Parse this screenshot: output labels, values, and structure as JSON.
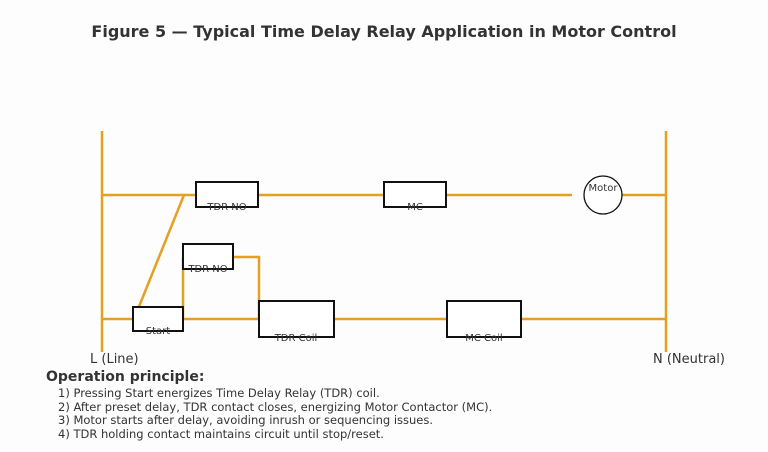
{
  "title": "Figure 5 — Typical Time Delay Relay Application in Motor Control",
  "rails": {
    "line": "L (Line)",
    "neutral": "N (Neutral)"
  },
  "components": {
    "tdr_no_top": "TDR-NO",
    "mc_contact": "MC",
    "motor": "Motor",
    "tdr_no_hold": "TDR-NO",
    "start": "Start",
    "tdr_coil": "TDR Coil",
    "mc_coil": "MC Coil"
  },
  "notes": {
    "heading": "Operation principle:",
    "items": [
      "1) Pressing Start energizes Time Delay Relay (TDR) coil.",
      "2) After preset delay, TDR contact closes, energizing Motor Contactor (MC).",
      "3) Motor starts after delay, avoiding inrush or sequencing issues.",
      "4) TDR holding contact maintains circuit until stop/reset."
    ]
  },
  "colors": {
    "wire": "#E5A01F",
    "component_outline": "#111111",
    "text": "#333333"
  }
}
